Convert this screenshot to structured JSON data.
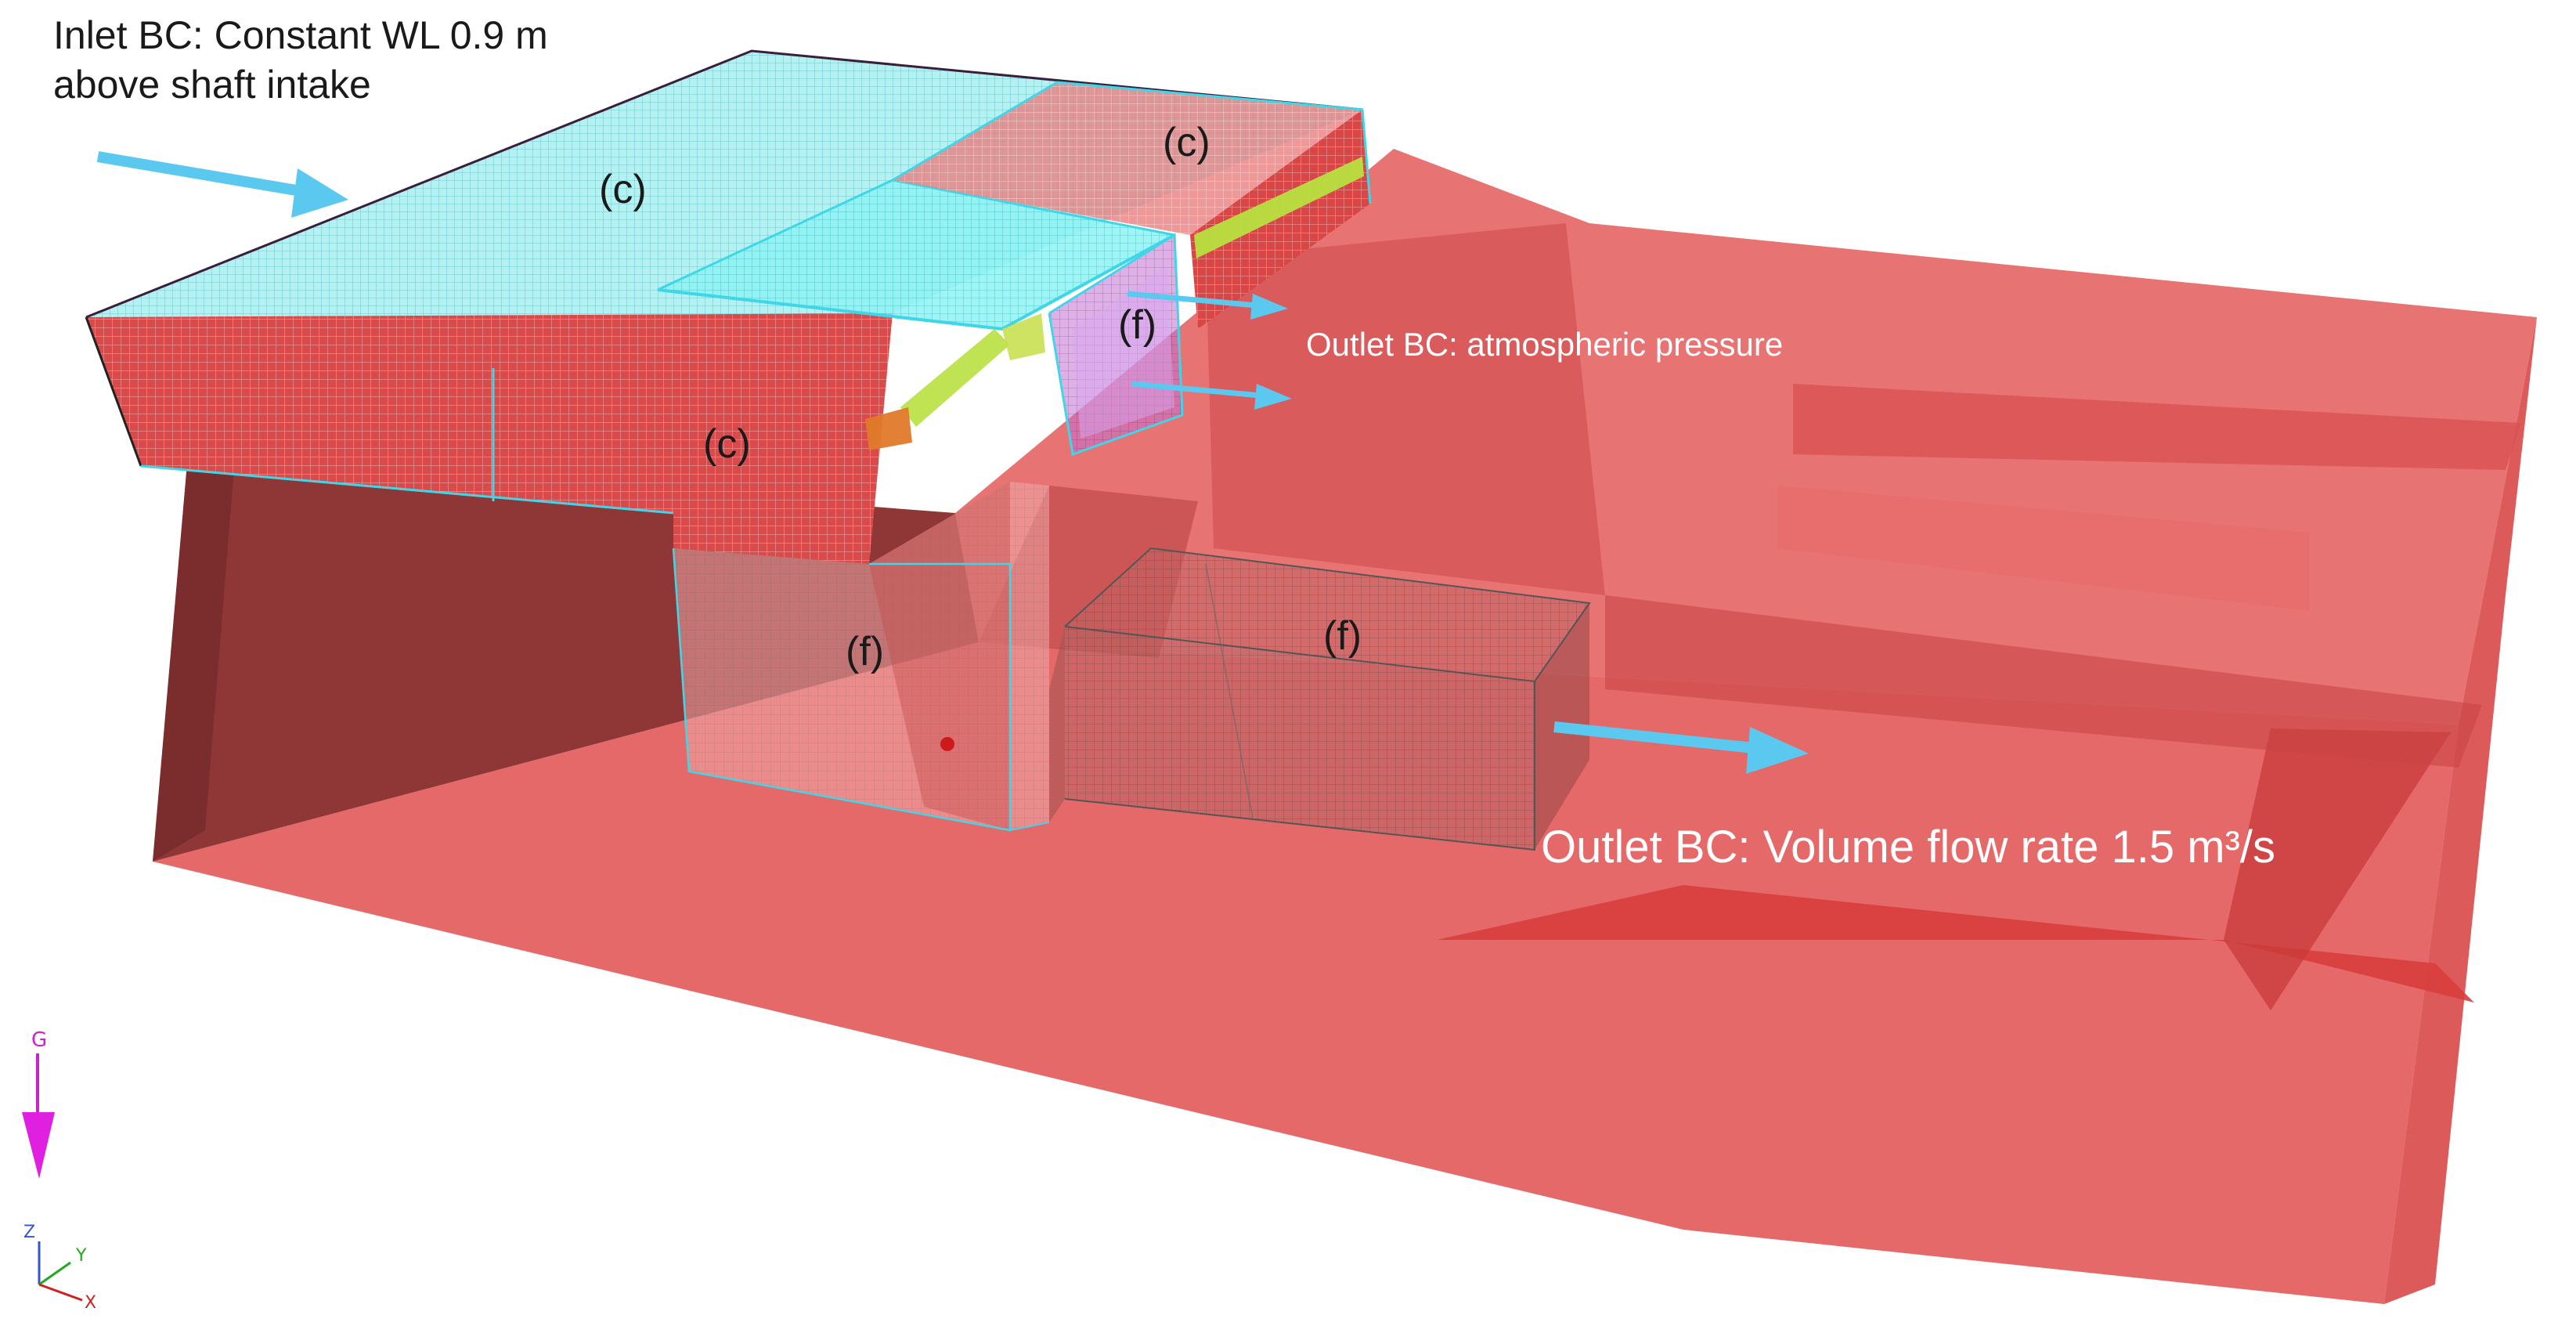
{
  "annotations": {
    "inlet_bc": [
      "Inlet BC: Constant WL 0.9 m",
      "above shaft intake"
    ],
    "outlet_atmospheric": "Outlet BC: atmospheric pressure",
    "outlet_volume_flow": "Outlet BC: Volume flow rate 1.5 m³/s"
  },
  "regions": {
    "c1": "(c)",
    "c2": "(c)",
    "c3": "(c)",
    "f1": "(f)",
    "f2": "(f)",
    "f3": "(f)"
  },
  "axes": {
    "gravity": "G",
    "z": "Z",
    "y": "Y",
    "x": "X"
  },
  "colors": {
    "domain_fill": "#e64a4a",
    "mesh_block_outline": "#3fd6e8",
    "flow_arrow": "#5bc8f0",
    "gravity_arrow": "#e020e0",
    "baffle_highlight": "#b8e040"
  }
}
